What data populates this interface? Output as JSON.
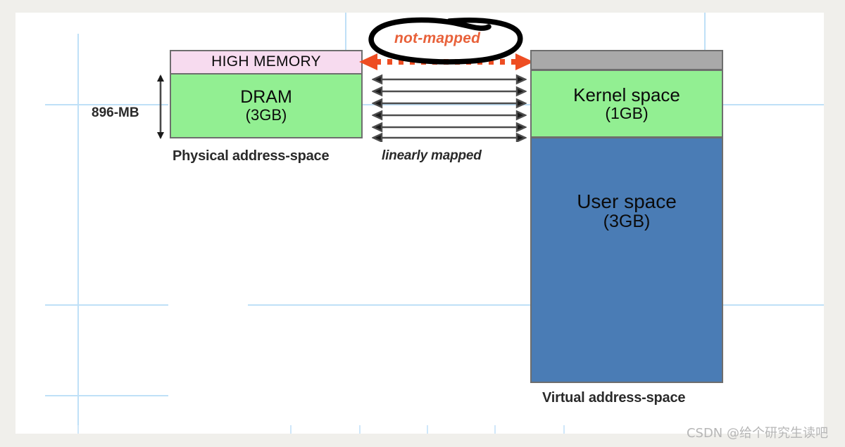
{
  "page": {
    "background_color": "#f0efeb",
    "sheet_color": "#ffffff",
    "grid_color": "#bfe0f7"
  },
  "physical": {
    "high_memory_label": "HIGH MEMORY",
    "dram_label": "DRAM",
    "dram_size": "(3GB)",
    "caption": "Physical address-space",
    "dimension_label": "896-MB",
    "high_memory_color": "#f7dbef",
    "dram_color": "#92ef92"
  },
  "virtual": {
    "reserved_band_color": "#a9a9a9",
    "kernel_label": "Kernel space",
    "kernel_size": "(1GB)",
    "kernel_color": "#92ef92",
    "user_label": "User space",
    "user_size": "(3GB)",
    "user_color": "#4a7cb5",
    "caption": "Virtual address-space"
  },
  "mapping": {
    "linearly_mapped_label": "linearly mapped",
    "arrow_count": 6,
    "arrow_color": "#3a3a3a"
  },
  "annotation": {
    "not_mapped_label": "not-mapped",
    "not_mapped_color": "#e8613a",
    "dotted_arrow_color": "#ee4d22",
    "oval_color": "#000000"
  },
  "watermark": {
    "text": "CSDN @给个研究生读吧"
  }
}
